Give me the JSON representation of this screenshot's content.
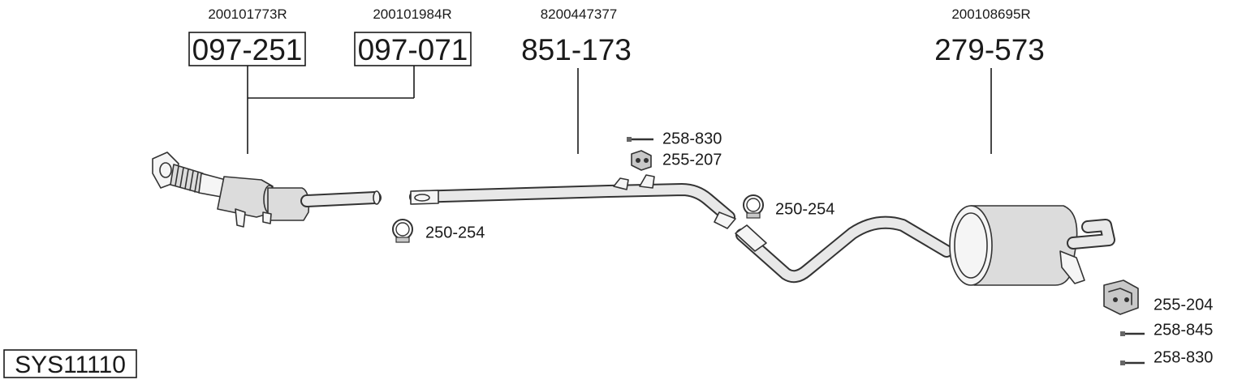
{
  "diagram": {
    "system_code": "SYS11110",
    "parts": [
      {
        "part_number": "097-251",
        "oem_number": "200101773R",
        "boxed": true
      },
      {
        "part_number": "097-071",
        "oem_number": "200101984R",
        "boxed": true
      },
      {
        "part_number": "851-173",
        "oem_number": "8200447377",
        "boxed": false
      },
      {
        "part_number": "279-573",
        "oem_number": "200108695R",
        "boxed": false
      }
    ],
    "accessories": {
      "bolt_top": "258-830",
      "hanger_top": "255-207",
      "clamp_left": "250-254",
      "clamp_middle": "250-254",
      "hanger_right": "255-204",
      "bolt_right_1": "258-845",
      "bolt_right_2": "258-830"
    }
  }
}
